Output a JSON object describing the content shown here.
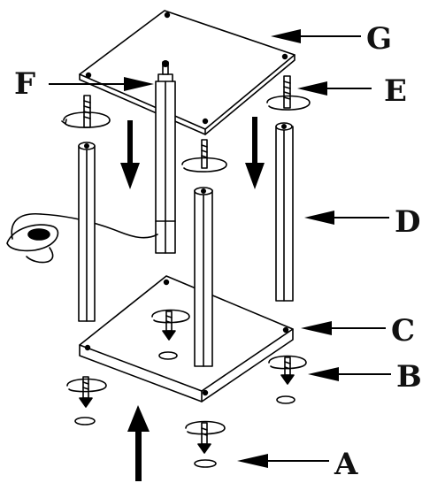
{
  "labels": {
    "g": "G",
    "f": "F",
    "e": "E",
    "d": "D",
    "c": "C",
    "b": "B",
    "a": "A"
  }
}
